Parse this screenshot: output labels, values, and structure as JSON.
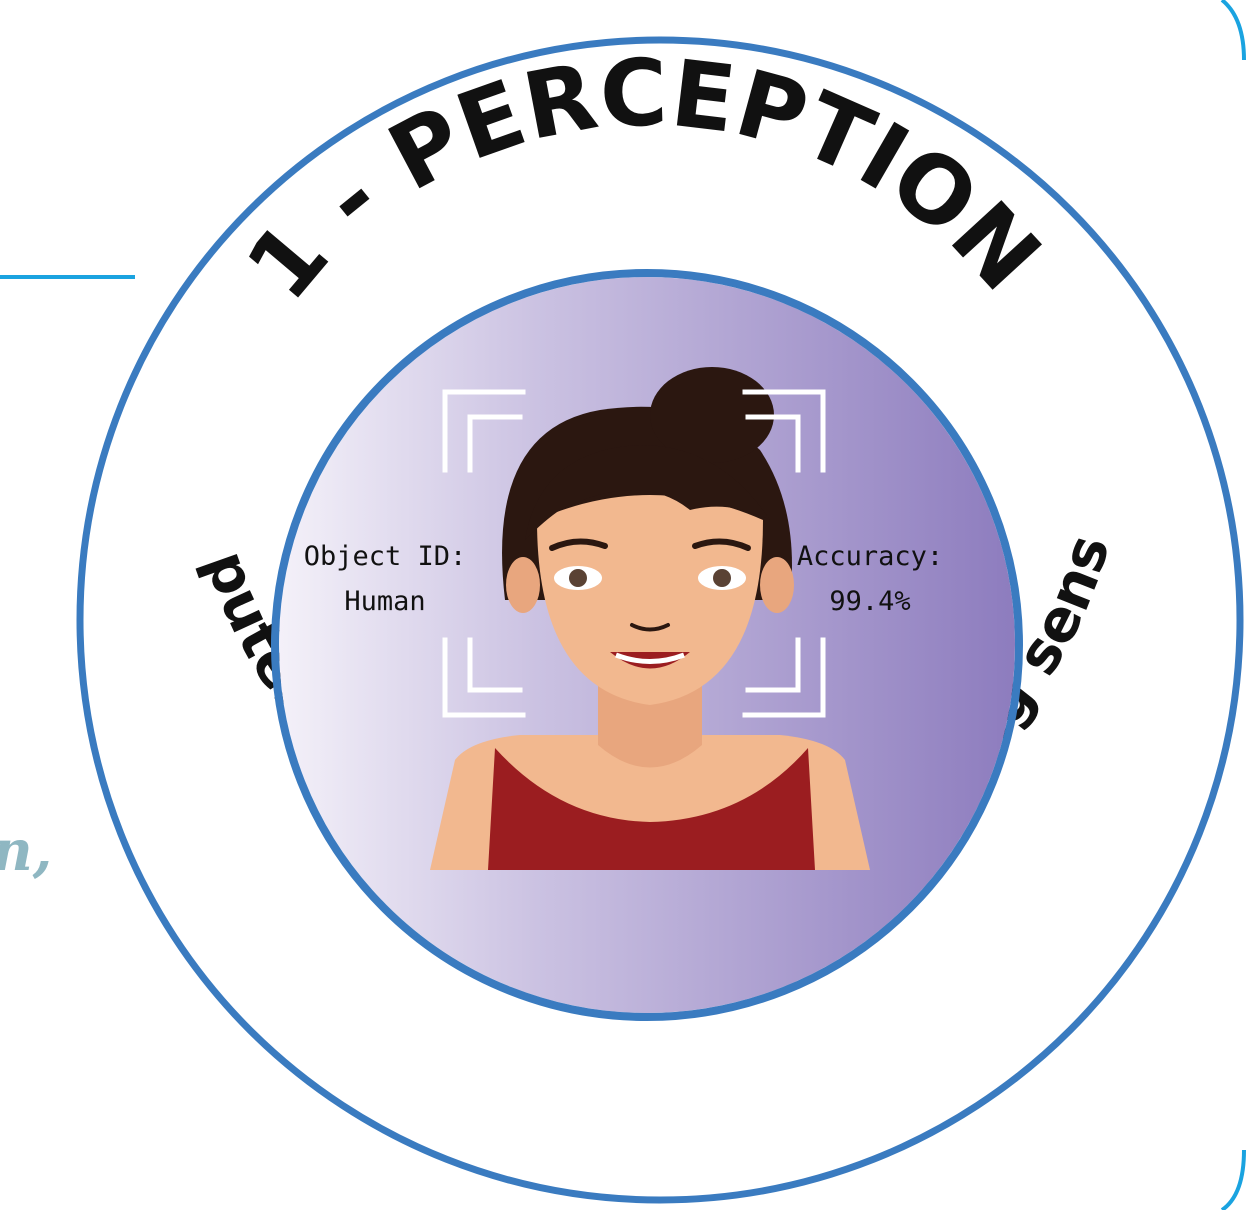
{
  "badge": {
    "title": "1 - PERCEPTION",
    "caption": "Computers perceive the world using sensors.",
    "detection": {
      "object_label": "Object ID:",
      "object_value": "Human",
      "accuracy_label": "Accuracy:",
      "accuracy_value": "99.4%"
    }
  },
  "side_fragment": "n,",
  "colors": {
    "outer_ring": "#3a7bc0",
    "inner_ring": "#3a7bc0",
    "connector": "#1aa3e0",
    "lavender_light": "#e8e2f2",
    "lavender_dark": "#8f7ec0",
    "hair": "#2b1710",
    "skin": "#f2b88f",
    "shirt": "#9b1d20",
    "side_text": "#8fb7c2"
  },
  "icons": [
    "person-icon",
    "focus-frame-icon"
  ]
}
